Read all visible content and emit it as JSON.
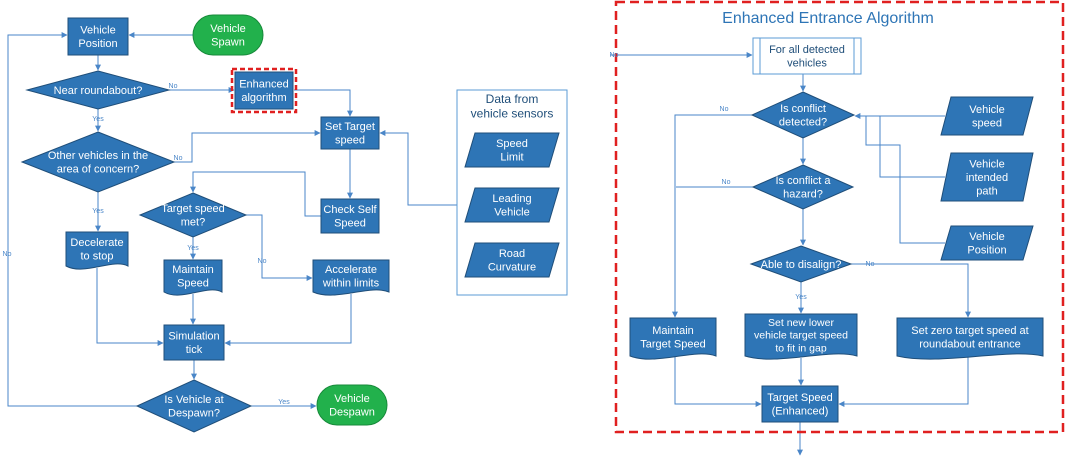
{
  "colors": {
    "box_fill": "#2e75b6",
    "box_stroke": "#1f4e79",
    "box_text": "#ffffff",
    "green": "#22b14c",
    "line": "#4a86c8",
    "dashed_red": "#e02020",
    "title_blue": "#2e75b6",
    "sensor_border": "#5b9bd5",
    "sensor_text": "#1f4e79"
  },
  "left": {
    "vehicle_position": [
      "Vehicle",
      "Position"
    ],
    "vehicle_spawn": [
      "Vehicle",
      "Spawn"
    ],
    "near_roundabout": [
      "Near roundabout?"
    ],
    "enhanced_algorithm": [
      "Enhanced",
      "algorithm"
    ],
    "set_target_speed": [
      "Set Target",
      "speed"
    ],
    "other_vehicles": [
      "Other vehicles in the",
      "area of concern?"
    ],
    "target_speed_met": [
      "Target speed",
      "met?"
    ],
    "check_self_speed": [
      "Check Self",
      "Speed"
    ],
    "decelerate": [
      "Decelerate",
      "to stop"
    ],
    "maintain_speed": [
      "Maintain",
      "Speed"
    ],
    "accelerate": [
      "Accelerate",
      "within limits"
    ],
    "simulation_tick": [
      "Simulation",
      "tick"
    ],
    "at_despawn": [
      "Is Vehicle at",
      "Despawn?"
    ],
    "vehicle_despawn": [
      "Vehicle",
      "Despawn"
    ],
    "edge_labels": {
      "near_no": "No",
      "near_yes": "Yes",
      "other_no": "No",
      "other_yes": "Yes",
      "met_yes": "Yes",
      "met_no": "No",
      "despawn_yes": "Yes",
      "despawn_no": "No"
    }
  },
  "sensors": {
    "title": [
      "Data from",
      "vehicle sensors"
    ],
    "items": [
      [
        "Speed",
        "Limit"
      ],
      [
        "Leading",
        "Vehicle"
      ],
      [
        "Road",
        "Curvature"
      ]
    ]
  },
  "right": {
    "title": "Enhanced Entrance Algorithm",
    "for_all": [
      "For all detected",
      "vehicles"
    ],
    "conflict": [
      "Is conflict",
      "detected?"
    ],
    "hazard": [
      "Is conflict a",
      "hazard?"
    ],
    "disalign": [
      "Able to disalign?"
    ],
    "vehicle_speed": [
      "Vehicle",
      "speed"
    ],
    "intended_path": [
      "Vehicle",
      "intended",
      "path"
    ],
    "vehicle_position": [
      "Vehicle",
      "Position"
    ],
    "maintain_target": [
      "Maintain",
      "Target Speed"
    ],
    "set_lower": [
      "Set new lower",
      "vehicle target speed",
      "to fit in gap"
    ],
    "set_zero": [
      "Set zero target speed at",
      "roundabout entrance"
    ],
    "target_enhanced": [
      "Target Speed",
      "(Enhanced)"
    ],
    "edge_labels": {
      "entry_no": "No",
      "conflict_no": "No",
      "hazard_no": "No",
      "disalign_no": "No",
      "disalign_yes": "Yes"
    }
  }
}
